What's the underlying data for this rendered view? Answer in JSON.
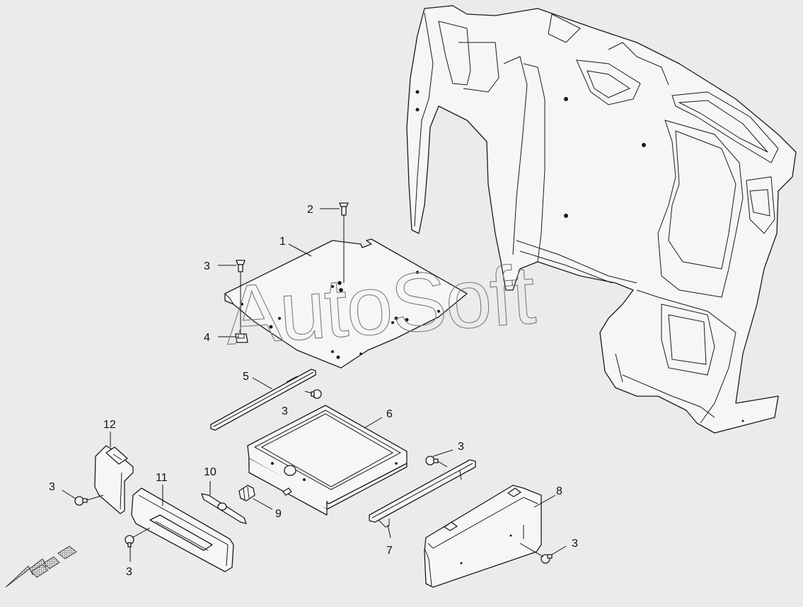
{
  "watermark": "AutoSoft",
  "part_labels": {
    "p1": "1",
    "p2": "2",
    "p3": "3",
    "p4": "4",
    "p5": "5",
    "p6": "6",
    "p7": "7",
    "p8": "8",
    "p9": "9",
    "p10": "10",
    "p11": "11",
    "p12": "12"
  },
  "colors": {
    "background": "#ebebeb",
    "line": "#1a1a1a",
    "watermark": "#7a7a7a",
    "direction_arrow": "#c8c8c8"
  },
  "icons": {
    "direction": "direction-arrow-icon"
  }
}
